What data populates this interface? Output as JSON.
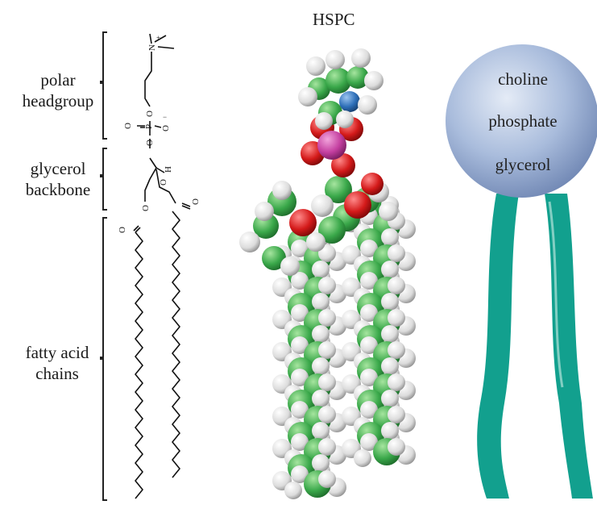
{
  "title": "HSPC",
  "regions": {
    "polar": [
      "polar",
      "headgroup"
    ],
    "glycerol": [
      "glycerol",
      "backbone"
    ],
    "fatty": [
      "fatty acid",
      "chains"
    ]
  },
  "schematic": {
    "head_labels": [
      "choline",
      "phosphate",
      "glycerol"
    ],
    "head_color": "#9fb4d8",
    "tail_color": "#12a08e"
  },
  "structure_atoms": {
    "n_plus": "N",
    "plus": "+",
    "o1": "O",
    "o_dbl": "O",
    "p": "P",
    "o_minus": "O",
    "minus": "−",
    "o_link": "O",
    "h": "H",
    "o_ester1": "O",
    "o_carbonyl1": "O",
    "o_ester2": "O",
    "o_carbonyl2": "O"
  },
  "atom_colors": {
    "carbon": "#3aa84a",
    "hydrogen": "#e2e2e2",
    "oxygen": "#d41a1a",
    "phosphorus": "#c43fa0",
    "nitrogen": "#2e6fb8"
  }
}
